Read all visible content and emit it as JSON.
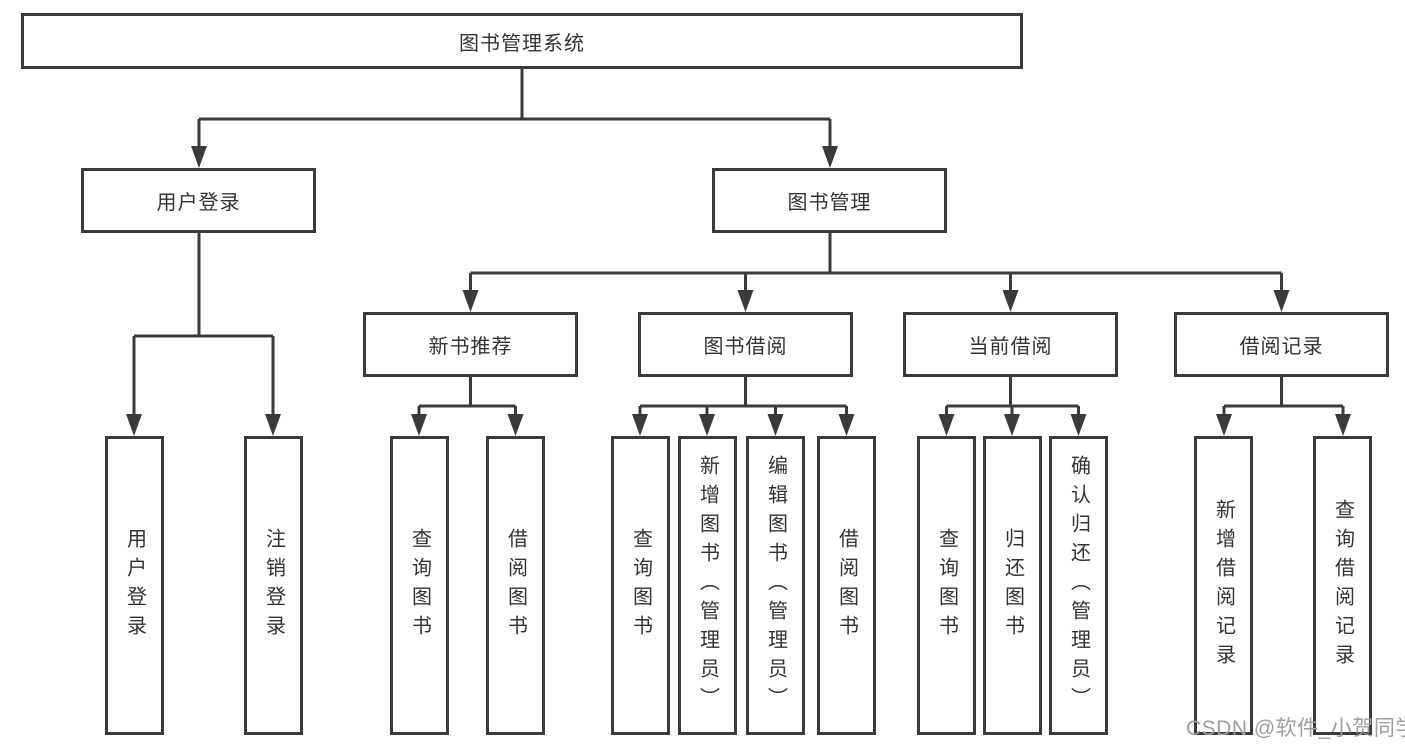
{
  "watermark": "CSDN @软件_小贺同学",
  "colors": {
    "line": "#3a3a3a",
    "text": "#333333",
    "watermark": "#9e9e9e",
    "background": "#ffffff"
  },
  "tree": {
    "label": "图书管理系统",
    "children": [
      {
        "label": "用户登录",
        "children": [
          {
            "label": "用户登录"
          },
          {
            "label": "注销登录"
          }
        ]
      },
      {
        "label": "图书管理",
        "children": [
          {
            "label": "新书推荐",
            "children": [
              {
                "label": "查询图书"
              },
              {
                "label": "借阅图书"
              }
            ]
          },
          {
            "label": "图书借阅",
            "children": [
              {
                "label": "查询图书"
              },
              {
                "label": "新增图书（管理员）"
              },
              {
                "label": "编辑图书（管理员）"
              },
              {
                "label": "借阅图书"
              }
            ]
          },
          {
            "label": "当前借阅",
            "children": [
              {
                "label": "查询图书"
              },
              {
                "label": "归还图书"
              },
              {
                "label": "确认归还（管理员）"
              }
            ]
          },
          {
            "label": "借阅记录",
            "children": [
              {
                "label": "新增借阅记录"
              },
              {
                "label": "查询借阅记录"
              }
            ]
          }
        ]
      }
    ]
  }
}
